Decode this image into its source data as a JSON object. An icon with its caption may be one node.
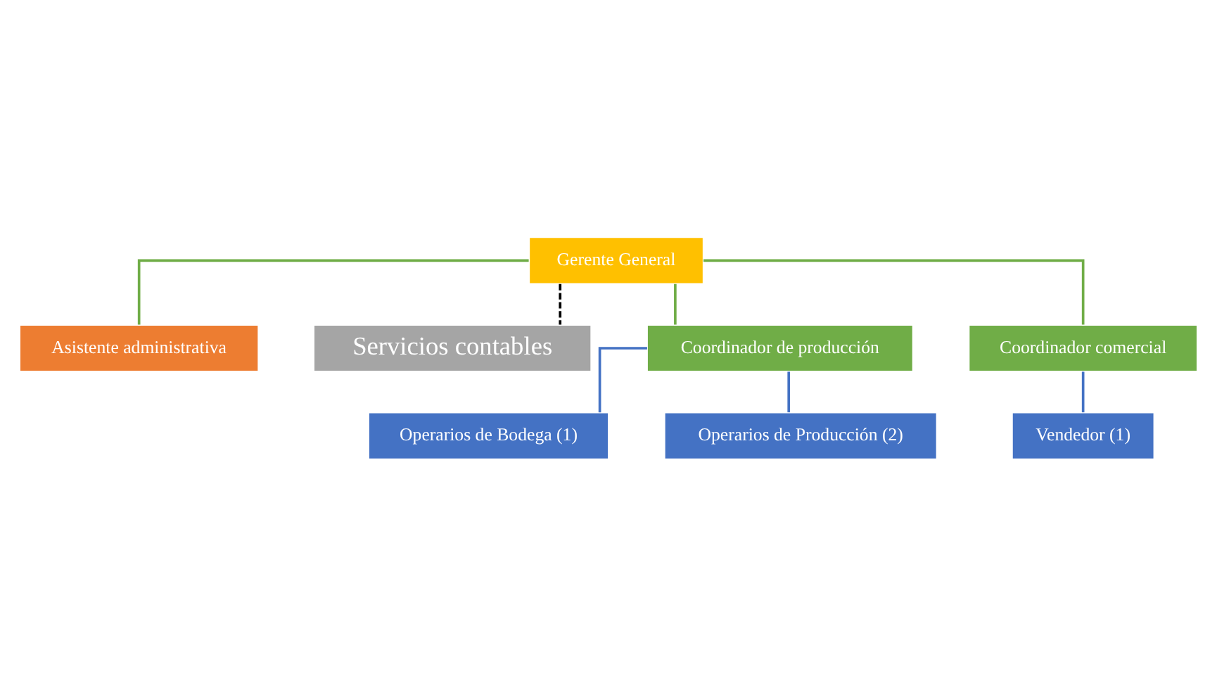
{
  "diagram": {
    "nodes": [
      {
        "text": [
          "Gerente General"
        ]
      },
      {
        "text": [
          "Asistente administrativa"
        ]
      },
      {
        "text": [
          "Servicios contables"
        ]
      },
      {
        "text": [
          "Coordinador de producción"
        ]
      },
      {
        "text": [
          "Coordinador comercial"
        ]
      },
      {
        "text": [
          "Operarios de Bodega (1)"
        ]
      },
      {
        "text": [
          "Operarios de Producción (2)"
        ]
      },
      {
        "text": [
          "Vendedor (1)"
        ]
      }
    ],
    "edges": [
      {
        "from": 0,
        "to": 1,
        "arrow": "none"
      },
      {
        "from": 0,
        "to": 2,
        "arrow": "none",
        "style": "dashed",
        "color": "#000000"
      },
      {
        "from": 0,
        "to": 3,
        "arrow": "none"
      },
      {
        "from": 0,
        "to": 4,
        "arrow": "none"
      },
      {
        "from": 3,
        "to": 5,
        "arrow": "none",
        "color": "#4472c4"
      },
      {
        "from": 3,
        "to": 6,
        "arrow": "none",
        "color": "#4472c4"
      },
      {
        "from": 4,
        "to": 7,
        "arrow": "none",
        "color": "#4472c4"
      }
    ]
  }
}
